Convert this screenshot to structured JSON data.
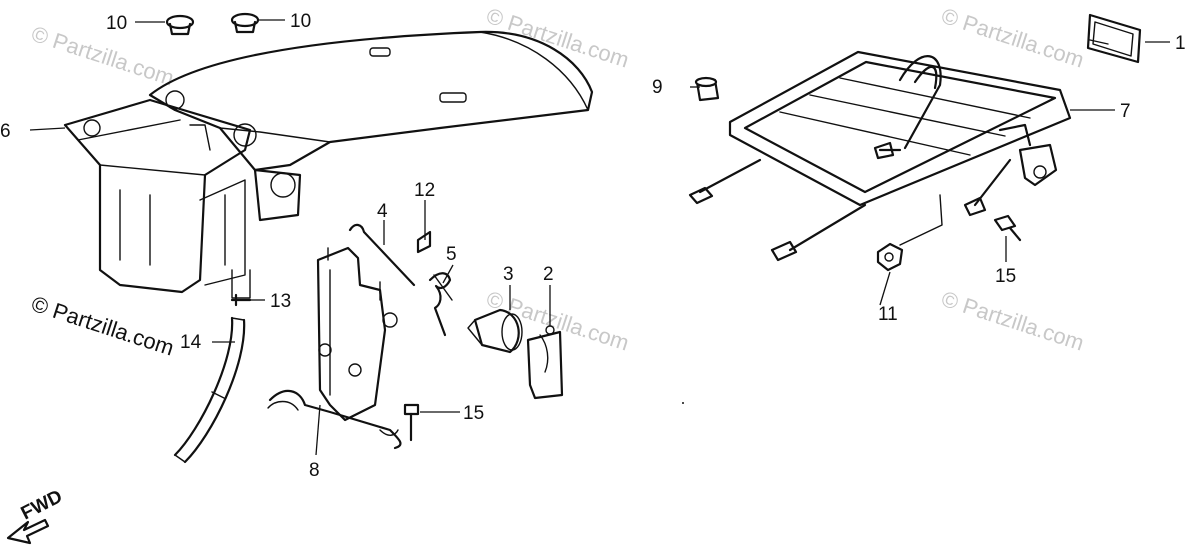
{
  "watermark": {
    "text": "© Partzilla.com",
    "prominent_text": "© Partzilla.com"
  },
  "fwd_label": "FWD",
  "callouts": [
    {
      "id": "c1",
      "label": "1"
    },
    {
      "id": "c2",
      "label": "2"
    },
    {
      "id": "c3",
      "label": "3"
    },
    {
      "id": "c4",
      "label": "4"
    },
    {
      "id": "c5",
      "label": "5"
    },
    {
      "id": "c6",
      "label": "6"
    },
    {
      "id": "c7",
      "label": "7"
    },
    {
      "id": "c8",
      "label": "8"
    },
    {
      "id": "c9",
      "label": "9"
    },
    {
      "id": "c10a",
      "label": "10"
    },
    {
      "id": "c10b",
      "label": "10"
    },
    {
      "id": "c11",
      "label": "11"
    },
    {
      "id": "c12",
      "label": "12"
    },
    {
      "id": "c13",
      "label": "13"
    },
    {
      "id": "c14",
      "label": "14"
    },
    {
      "id": "c15a",
      "label": "15"
    },
    {
      "id": "c15b",
      "label": "15"
    }
  ]
}
